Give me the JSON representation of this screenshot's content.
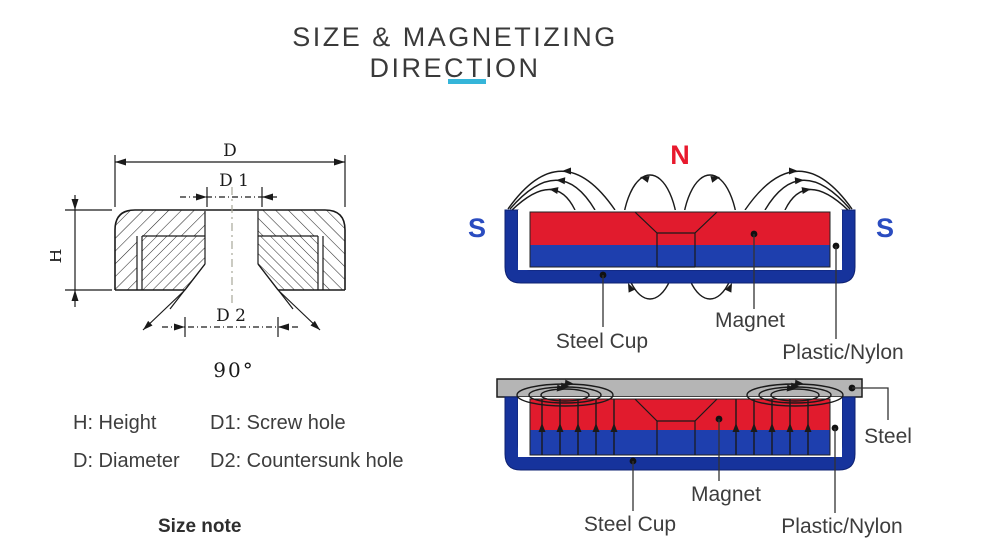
{
  "title": {
    "text": "SIZE & MAGNETIZING DIRECTION"
  },
  "drawing": {
    "dim_d": "D",
    "dim_d1": "D 1",
    "dim_d2": "D 2",
    "dim_h": "H",
    "angle": "90°"
  },
  "legend": {
    "h": "H: Height",
    "d": "D: Diameter",
    "d1": "D1: Screw hole",
    "d2": "D2: Countersunk hole",
    "note": "Size note"
  },
  "top_diagram": {
    "north": "N",
    "south_left": "S",
    "south_right": "S",
    "steel_cup": "Steel Cup",
    "magnet": "Magnet",
    "plastic": "Plastic/Nylon"
  },
  "bottom_diagram": {
    "steel": "Steel",
    "magnet": "Magnet",
    "steel_cup": "Steel Cup",
    "plastic": "Plastic/Nylon"
  },
  "colors": {
    "accent": "#35b5d9",
    "red": "#e11b2d",
    "blue_magnet": "#1e3fae",
    "blue_cup": "#16339c",
    "north_red": "#e8192d",
    "south_blue": "#2a4cc0",
    "steel_gray": "#b5b5b5",
    "label": "#3d3d3d"
  }
}
